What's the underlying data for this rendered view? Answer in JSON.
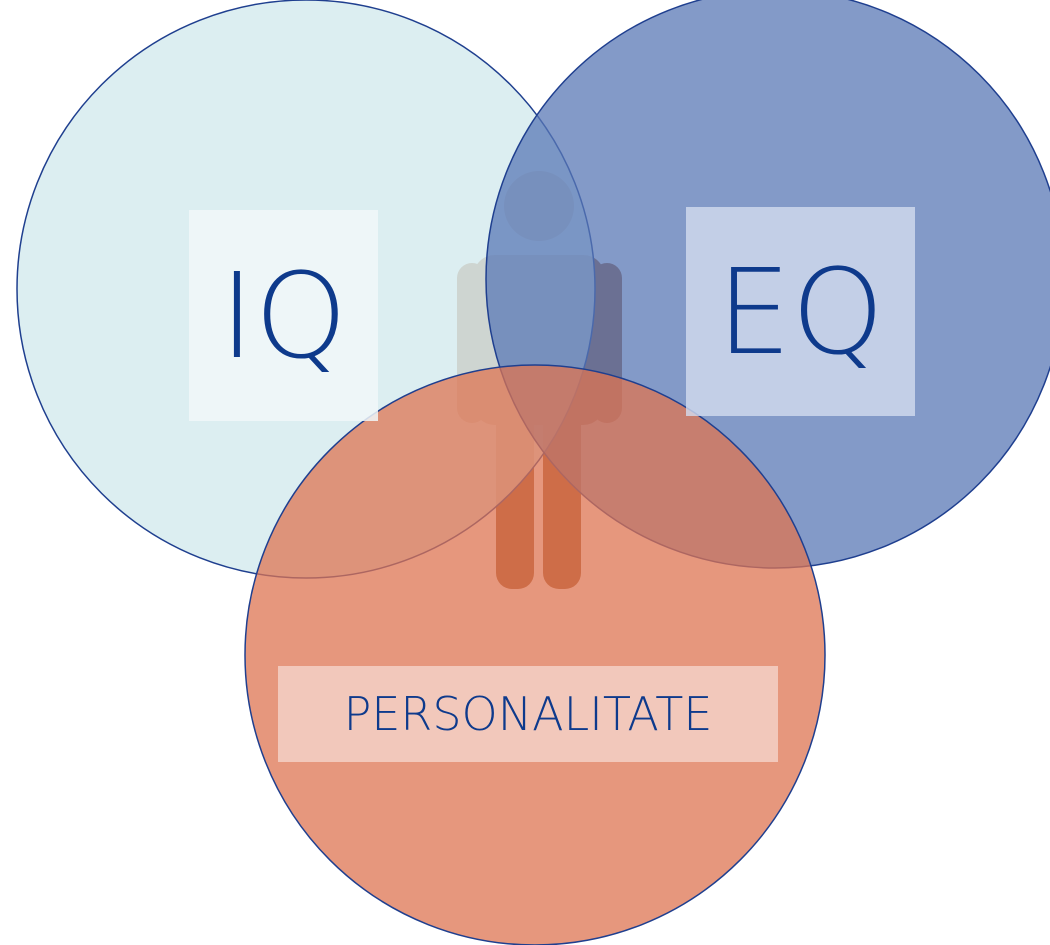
{
  "diagram": {
    "circles": [
      {
        "id": "iq",
        "label": "IQ",
        "fill": "#d6ebef",
        "fill_opacity": 0.85,
        "stroke": "#1f3f8f",
        "label_box_color": "#f1f7f9",
        "label_box_opacity": 0.85
      },
      {
        "id": "eq",
        "label": "EQ",
        "fill": "#5a78b5",
        "fill_opacity": 0.75,
        "stroke": "#1f3f8f",
        "label_box_color": "#d3dcef",
        "label_box_opacity": 0.8
      },
      {
        "id": "personality",
        "label": "PERSONALITATE",
        "fill": "#dd7452",
        "fill_opacity": 0.75,
        "stroke": "#1f3f8f",
        "label_box_color": "#f7ddd5",
        "label_box_opacity": 0.7
      }
    ],
    "label_color": "#0e3a8c",
    "figure_color": "#a05a2c",
    "figure_icon": "person-icon"
  }
}
